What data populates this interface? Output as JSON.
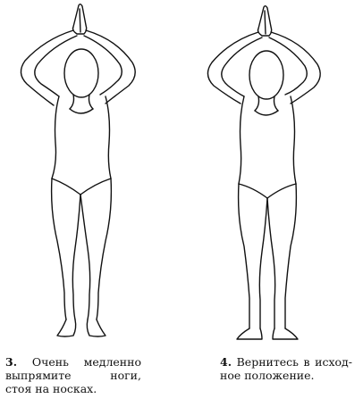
{
  "captions": [
    {
      "number": "3.",
      "lines": [
        "Очень медленно",
        "выпрямите ноги,",
        "стоя на носках."
      ]
    },
    {
      "number": "4.",
      "lines": [
        "Вернитесь в исход-",
        "ное положение."
      ]
    }
  ]
}
